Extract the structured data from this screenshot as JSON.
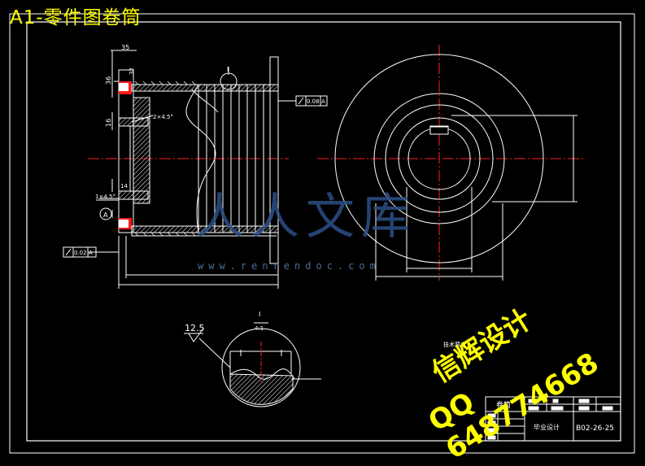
{
  "title": "A1-零件图卷筒",
  "watermark": {
    "designer": "信辉设计",
    "qq": "QQ 648774668",
    "site": "www.renrendoc.com",
    "logo": "人人文库"
  },
  "dimensions": {
    "d35": "35",
    "d32": "32",
    "d36": "36",
    "d16": "16",
    "d14": "14",
    "chamfer1": "2×4.5°",
    "chamfer2": "1×4.5°",
    "section_ref": "I",
    "roughness": "12.5",
    "detail_title": "I",
    "detail_scale": "4:1",
    "datum_a": "A"
  },
  "tolerance": {
    "top": "0.08",
    "bottom": "0.02",
    "datum": "A"
  },
  "tech_requirements": "技术要求",
  "titleblock": {
    "part_name": "卷筒",
    "project": "毕业设计",
    "drawing_no": "B02-26-25"
  },
  "colors": {
    "background": "#000000",
    "lines": "#ffffff",
    "centerline": "#ff2020",
    "title": "#ffff00",
    "hatch": "#ff1a1a"
  }
}
